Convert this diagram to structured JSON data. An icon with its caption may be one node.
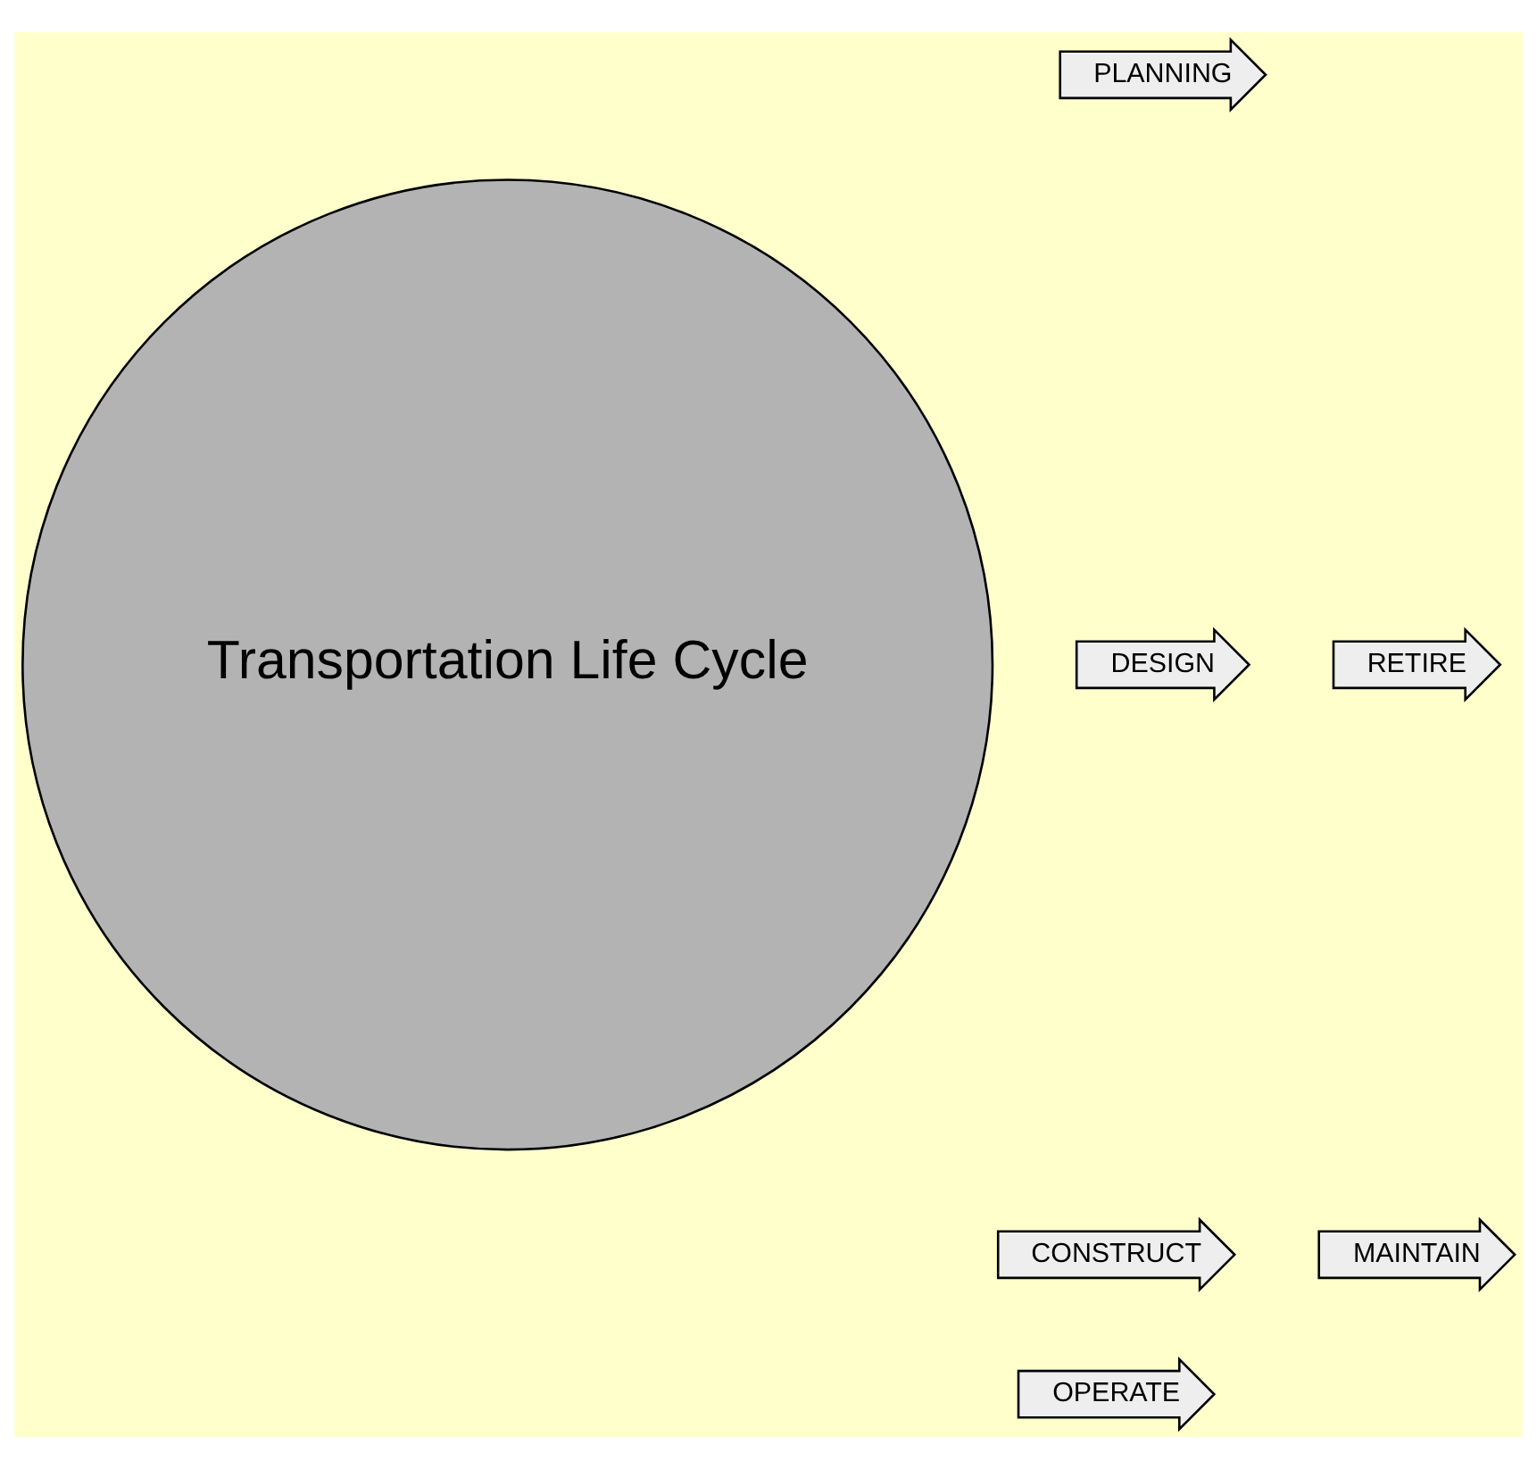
{
  "diagram": {
    "nodes": [
      {
        "text": [
          "Transportation Life Cycle"
        ]
      },
      {
        "text": [
          "PLANNING"
        ]
      },
      {
        "text": [
          "DESIGN"
        ]
      },
      {
        "text": [
          "CONSTRUCT"
        ]
      },
      {
        "text": [
          "OPERATE"
        ]
      },
      {
        "text": [
          "MAINTAIN"
        ]
      },
      {
        "text": [
          "RETIRE"
        ]
      }
    ]
  }
}
